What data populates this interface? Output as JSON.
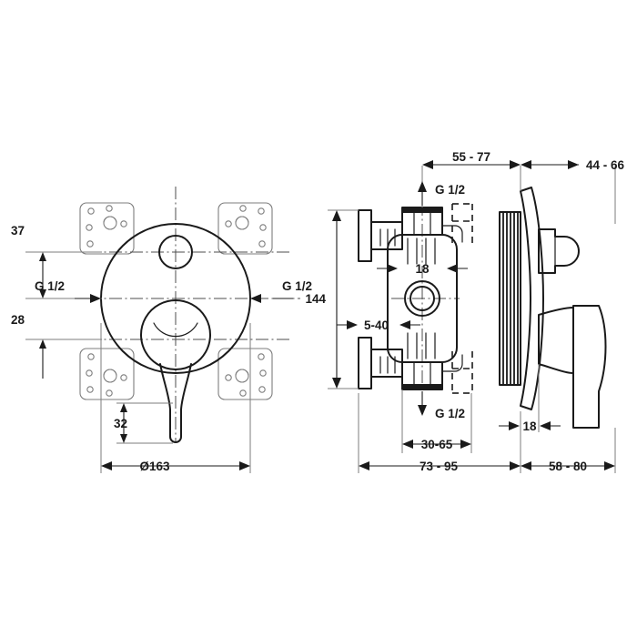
{
  "document": {
    "type": "technical-drawing",
    "subject": "Concealed bath/shower mixer valve — dimensioned drawing",
    "background_color": "#ffffff",
    "line_color": "#1a1a1a",
    "construction_line_color": "#7d7d7d",
    "centerline_color": "#4d4d4d"
  },
  "front_view": {
    "name": "front-elevation",
    "dimensions": {
      "top_offset": "37",
      "bottom_offset": "28",
      "lever_offset": "32",
      "diameter": "Ø163"
    },
    "ports": {
      "left_label": "G 1/2",
      "right_label": "G 1/2"
    }
  },
  "side_view": {
    "name": "side-section",
    "dimensions": {
      "top_left": "55 - 77",
      "top_right": "44 - 66",
      "height": "144",
      "body_width": "18",
      "wall_depth": "5-40",
      "plate_thickness": "18",
      "bottom_inner": "30-65",
      "bottom_left": "73 - 95",
      "bottom_right": "58 - 80"
    },
    "ports": {
      "top_label": "G 1/2",
      "bottom_label": "G 1/2"
    }
  }
}
